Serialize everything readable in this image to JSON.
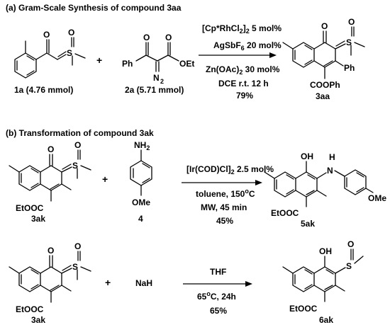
{
  "section_a": {
    "title": "(a) Gram-Scale Synthesis of compound 3aa",
    "reactant1": {
      "label": "1a (4.76 mmol)",
      "atoms": [
        "O",
        "S"
      ]
    },
    "plus": "+",
    "reactant2": {
      "label": "2a (5.71 mmol)",
      "atoms": [
        "O",
        "O",
        "Ph",
        "OEt",
        "N",
        "2"
      ]
    },
    "conditions": {
      "catalyst_base": "[Cp*RhCl",
      "catalyst_sub": "2",
      "catalyst_rest": "]",
      "catalyst_sub2": "2",
      "catalyst_tail": " 5 mol%",
      "additive": "AgSbF",
      "additive_sub": "6",
      "additive_tail": " 20 mol%",
      "salt": "Zn(OAc)",
      "salt_sub": "2",
      "salt_tail": " 30 mol%",
      "solvent": "DCE r.t. 12 h",
      "yield": "79%"
    },
    "product": {
      "label": "3aa",
      "atoms": [
        "O",
        "S",
        "Ph",
        "COOPh"
      ]
    }
  },
  "section_b": {
    "title": "(b) Transformation of compound 3ak",
    "row1": {
      "reactant": {
        "label": "3ak",
        "atoms": [
          "O",
          "S",
          "EtOOC"
        ]
      },
      "plus": "+",
      "reagent": {
        "label": "4",
        "atoms": [
          "NH",
          "2",
          "OMe"
        ]
      },
      "conditions": {
        "catalyst_base": "[Ir(COD)Cl]",
        "catalyst_sub": "2",
        "catalyst_tail": " 2.5 mol%",
        "solvent": "toluene, 150",
        "sup": "o",
        "temp_unit": "C",
        "mw": "MW, 45 min",
        "yield": "45%"
      },
      "product": {
        "label": "5ak",
        "atoms": [
          "OH",
          "H",
          "N",
          "OMe",
          "EtOOC"
        ]
      }
    },
    "row2": {
      "reactant": {
        "label": "3ak",
        "atoms": [
          "O",
          "S",
          "EtOOC"
        ]
      },
      "plus": "+",
      "reagent": "NaH",
      "conditions": {
        "solvent": "THF",
        "temp": "65",
        "sup": "o",
        "temp_tail": "C, 24h",
        "yield": "65%"
      },
      "product": {
        "label": "6ak",
        "atoms": [
          "OH",
          "O",
          "S",
          "EtOOC"
        ]
      }
    }
  }
}
